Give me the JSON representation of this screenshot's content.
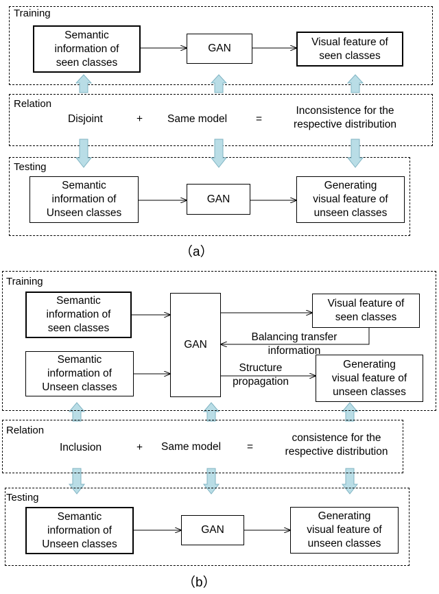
{
  "a": {
    "training": {
      "label": "Training",
      "semantic": "Semantic\ninformation of\nseen classes",
      "gan": "GAN",
      "visual": "Visual feature of\nseen classes"
    },
    "relation": {
      "label": "Relation",
      "left": "Disjoint",
      "plus": "+",
      "middle": "Same model",
      "eq": "=",
      "right": "Inconsistence for the\nrespective distribution"
    },
    "testing": {
      "label": "Testing",
      "semantic": "Semantic\ninformation of\nUnseen classes",
      "gan": "GAN",
      "visual": "Generating\nvisual feature of\nunseen classes"
    },
    "caption": "（a）"
  },
  "b": {
    "training": {
      "label": "Training",
      "semantic_seen": "Semantic\ninformation of\nseen classes",
      "semantic_unseen": "Semantic\ninformation of\nUnseen classes",
      "gan": "GAN",
      "visual_seen": "Visual feature of\nseen classes",
      "visual_unseen": "Generating\nvisual feature of\nunseen classes",
      "balancing": "Balancing  transfer\ninformation",
      "structure": "Structure\npropagation"
    },
    "relation": {
      "label": "Relation",
      "left": "Inclusion",
      "plus": "+",
      "middle": "Same model",
      "eq": "=",
      "right": "consistence for the\nrespective distribution"
    },
    "testing": {
      "label": "Testing",
      "semantic": "Semantic\ninformation of\nUnseen classes",
      "gan": "GAN",
      "visual": "Generating\nvisual feature of\nunseen classes"
    },
    "caption": "（b）"
  },
  "colors": {
    "block_arrow_fill": "#b9dde6",
    "block_arrow_stroke": "#7fb3c2",
    "line": "#000000"
  }
}
